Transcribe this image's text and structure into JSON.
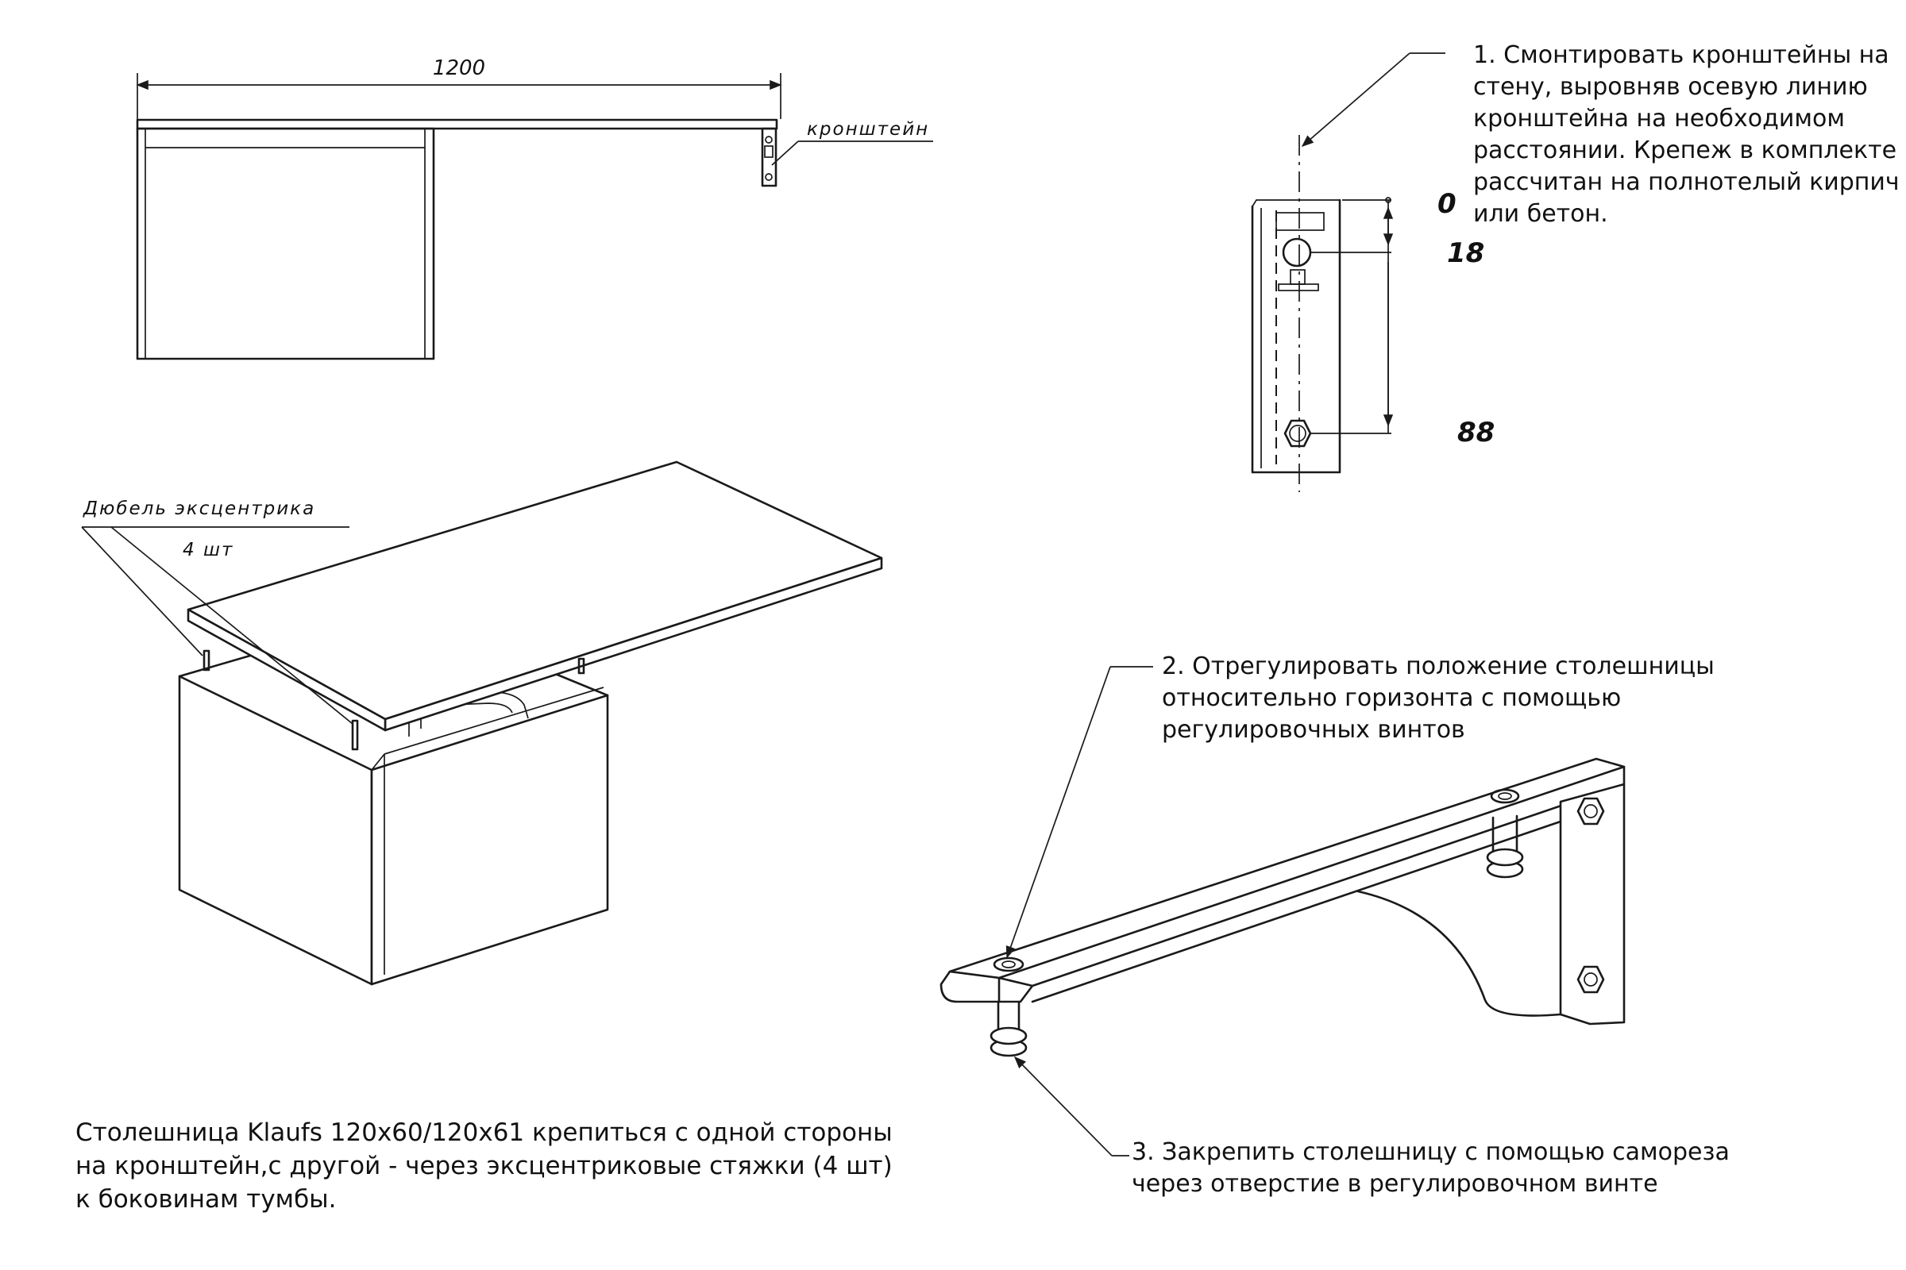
{
  "top_view": {
    "dimension_label": "1200",
    "bracket_label": "кронштейн"
  },
  "iso_view": {
    "dowel_label": "Дюбель эксцентрика",
    "dowel_count": "4 шт"
  },
  "bracket_front": {
    "dim_0": "0",
    "dim_18": "18",
    "dim_88": "88"
  },
  "instructions": {
    "step1": "1. Смонтировать кронштейны на\nстену, выровняв осевую линию\nкронштейна на необходимом\nрасстоянии. Крепеж в комплекте\nрассчитан на полнотелый кирпич\nили бетон.",
    "step2": "2. Отрегулировать положение столешницы\nотносительно горизонта с помощью\nрегулировочных винтов",
    "step3": "3. Закрепить столешницу с помощью самореза\nчерез отверстие в регулировочном винте"
  },
  "description": "Столешница Klaufs 120х60/120х61 крепиться с одной стороны\nна кронштейн,с другой - через эксцентриковые стяжки (4 шт)\nк боковинам тумбы."
}
